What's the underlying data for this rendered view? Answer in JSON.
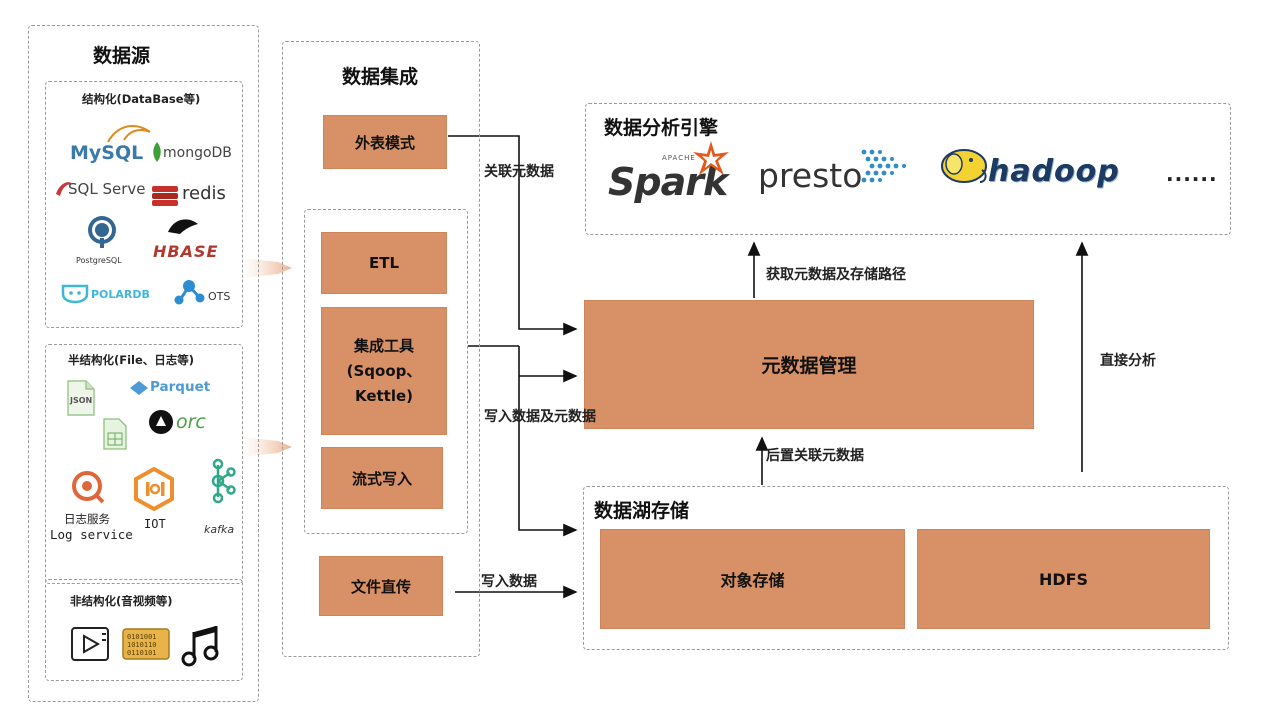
{
  "source": {
    "title": "数据源",
    "structured": {
      "title": "结构化(DataBase等)",
      "logos": [
        "MySQL",
        "mongoDB",
        "SQL Serve",
        "redis",
        "PostgreSQL",
        "HBASE",
        "POLARDB",
        "OTS"
      ]
    },
    "semi": {
      "title": "半结构化(File、日志等)",
      "logos": [
        "JSON",
        "Parquet",
        "ORC",
        "日志服务",
        "Log service",
        "IOT",
        "kafka"
      ]
    },
    "unstructured": {
      "title": "非结构化(音视频等)"
    }
  },
  "integration": {
    "title": "数据集成",
    "external": "外表模式",
    "etl": "ETL",
    "tools_line1": "集成工具",
    "tools_line2": "(Sqoop、",
    "tools_line3": "Kettle)",
    "stream": "流式写入",
    "file": "文件直传"
  },
  "engine": {
    "title": "数据分析引擎",
    "spark_small": "APACHE",
    "spark": "Spark",
    "presto": "presto",
    "hadoop": "hadoop",
    "more": "......"
  },
  "meta": {
    "label": "元数据管理"
  },
  "lake": {
    "title": "数据湖存储",
    "object": "对象存储",
    "hdfs": "HDFS"
  },
  "edges": {
    "link_meta": "关联元数据",
    "get_meta": "获取元数据及存储路径",
    "write_meta": "写入数据及元数据",
    "write_data": "写入数据",
    "post_link": "后置关联元数据",
    "direct": "直接分析"
  },
  "colors": {
    "orange": "#d89066",
    "arrow": "#111111"
  }
}
